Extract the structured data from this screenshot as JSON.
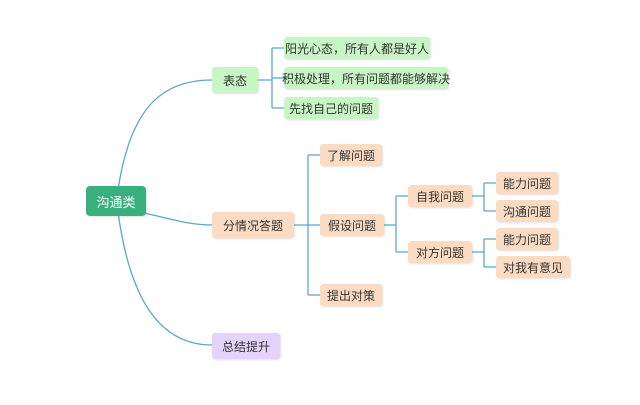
{
  "colors": {
    "root": "#3aaf7e",
    "green_branch": "#c8f5c4",
    "peach_branch": "#fbdcc3",
    "purple_branch": "#e4d2f8",
    "connector": "#5aa7c9"
  },
  "mindmap": {
    "root": "沟通类",
    "branch_attitude": {
      "label": "表态",
      "items": [
        "阳光心态，所有人都是好人",
        "积极处理，所有问题都能够解决",
        "先找自己的问题"
      ]
    },
    "branch_situation": {
      "label": "分情况答题",
      "understand": "了解问题",
      "assume": "假设问题",
      "self_issue": {
        "label": "自我问题",
        "items": [
          "能力问题",
          "沟通问题"
        ]
      },
      "other_issue": {
        "label": "对方问题",
        "items": [
          "能力问题",
          "对我有意见"
        ]
      },
      "countermeasure": "提出对策"
    },
    "branch_summary": {
      "label": "总结提升"
    }
  }
}
